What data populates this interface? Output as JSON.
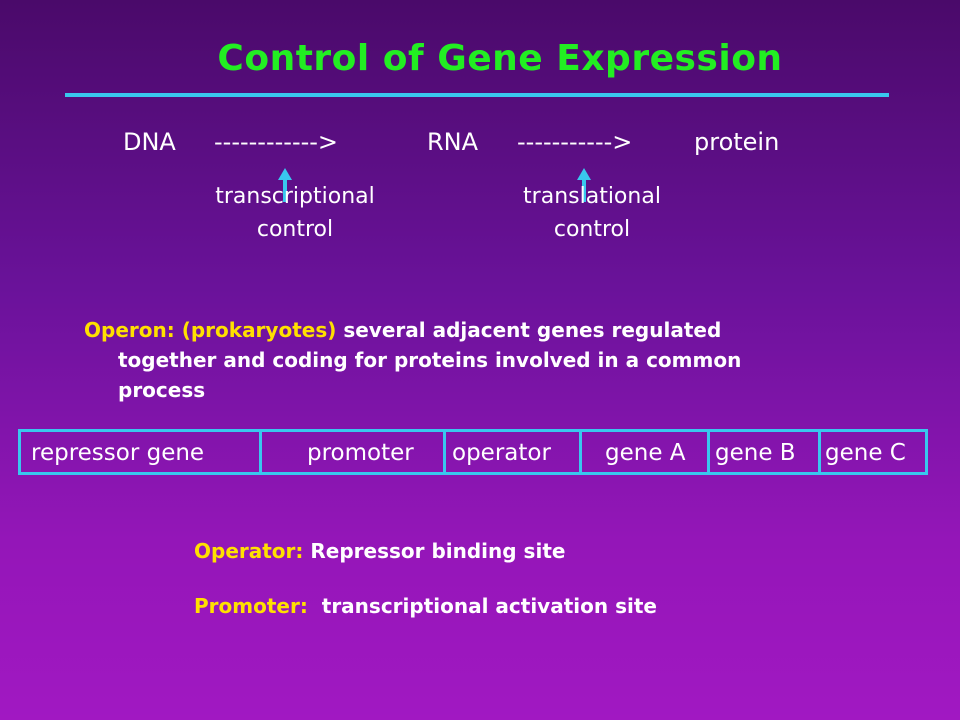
{
  "title": "Control of Gene Expression",
  "flow": {
    "dna": "DNA",
    "arrow1": "------------>",
    "rna": "RNA",
    "arrow2": "----------->",
    "protein": "protein"
  },
  "controls": {
    "transcriptional": [
      "transcriptional",
      "control"
    ],
    "translational": [
      "translational",
      "control"
    ]
  },
  "operon": {
    "term": "Operon:",
    "qualifier": "(prokaryotes)",
    "text_line1": " several adjacent genes regulated",
    "text_line2": "together and coding for proteins involved in a common",
    "text_line3": "process"
  },
  "gene_map": {
    "segments": [
      "repressor gene",
      "promoter",
      "operator",
      "gene A",
      "gene B",
      "gene C"
    ]
  },
  "definitions": {
    "operator_term": "Operator:",
    "operator_text": " Repressor binding site",
    "promoter_term": "Promoter:",
    "promoter_text": "  transcriptional activation site"
  },
  "colors": {
    "title": "#22ee22",
    "accent": "#39c7ee",
    "term": "#ffe000",
    "text": "#ffffff"
  }
}
